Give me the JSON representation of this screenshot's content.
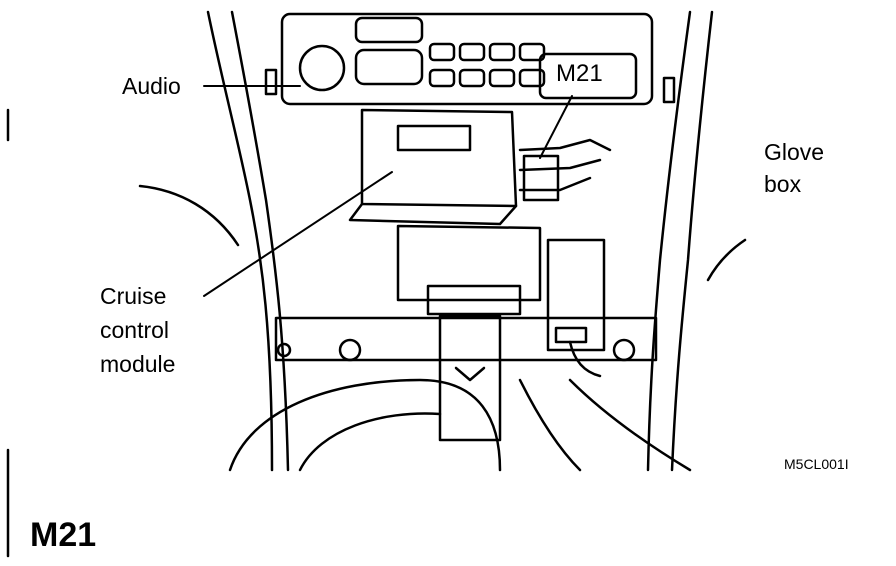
{
  "labels": {
    "audio": "Audio",
    "glove_box_line1": "Glove",
    "glove_box_line2": "box",
    "cruise_line1": "Cruise",
    "cruise_line2": "control",
    "cruise_line3": "module",
    "connector": "M21"
  },
  "figure_code": "M5CL001I",
  "page_title": "M21",
  "colors": {
    "ink": "#000000",
    "paper": "#ffffff"
  }
}
